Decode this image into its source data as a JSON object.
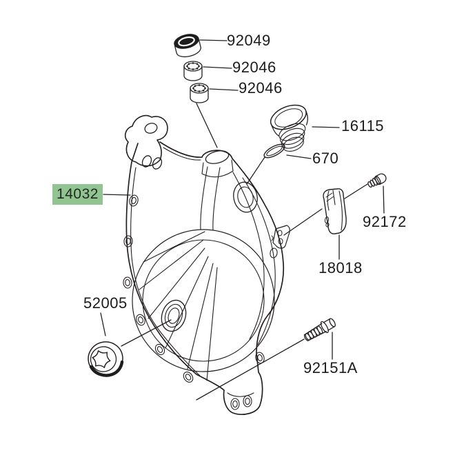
{
  "diagram": {
    "background": "#ffffff",
    "colors": {
      "line": "#231f20",
      "highlight": "#92c492",
      "text": "#1b1b1b"
    },
    "parts": [
      {
        "label": "92049",
        "highlighted": false
      },
      {
        "label": "92046",
        "highlighted": false
      },
      {
        "label": "92046",
        "highlighted": false
      },
      {
        "label": "16115",
        "highlighted": false
      },
      {
        "label": "670",
        "highlighted": false
      },
      {
        "label": "14032",
        "highlighted": true
      },
      {
        "label": "92172",
        "highlighted": false
      },
      {
        "label": "18018",
        "highlighted": false
      },
      {
        "label": "52005",
        "highlighted": false
      },
      {
        "label": "92151A",
        "highlighted": false
      }
    ]
  }
}
